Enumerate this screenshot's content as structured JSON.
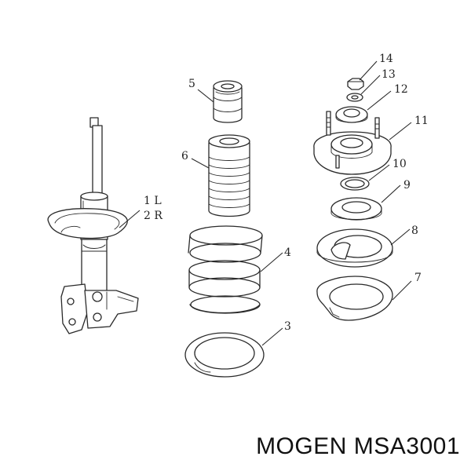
{
  "callouts": {
    "strut": "",
    "lower_seat": "3",
    "coil_spring": "4",
    "bump_stop": "5",
    "dust_boot": "6",
    "lower_insulator": "7",
    "spring_seat": "8",
    "bearing": "9",
    "washer": "10",
    "strut_mount": "11",
    "cap": "12",
    "lock_washer": "13",
    "nut": "14",
    "strut_left": "1 L",
    "strut_right": "2 R"
  },
  "caption": {
    "brand": "MOGEN",
    "part_number": "MSA3001"
  }
}
